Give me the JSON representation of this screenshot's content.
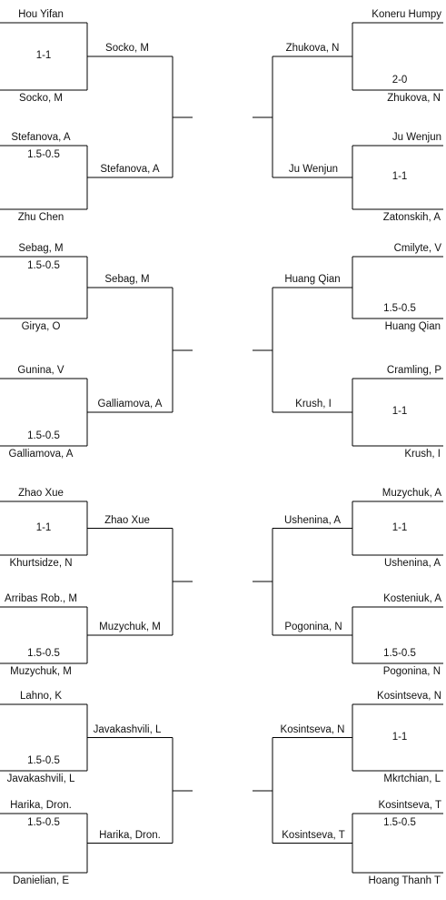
{
  "left": [
    {
      "top": "Hou Yifan",
      "score": "1-1",
      "bottom": "Socko, M"
    },
    {
      "top": "Stefanova, A",
      "score": "1.5-0.5",
      "bottom": "Zhu Chen"
    },
    {
      "top": "Sebag, M",
      "score": "1.5-0.5",
      "bottom": "Girya, O"
    },
    {
      "top": "Gunina, V",
      "score": "1.5-0.5",
      "bottom": "Galliamova, A"
    },
    {
      "top": "Zhao Xue",
      "score": "1-1",
      "bottom": "Khurtsidze, N"
    },
    {
      "top": "Arribas Rob., M",
      "score": "1.5-0.5",
      "bottom": "Muzychuk, M"
    },
    {
      "top": "Lahno, K",
      "score": "1.5-0.5",
      "bottom": "Javakashvili, L"
    },
    {
      "top": "Harika, Dron.",
      "score": "1.5-0.5",
      "bottom": "Danielian, E"
    }
  ],
  "left_winners": [
    "Socko, M",
    "Stefanova, A",
    "Sebag, M",
    "Galliamova, A",
    "Zhao Xue",
    "Muzychuk, M",
    "Javakashvili, L",
    "Harika, Dron."
  ],
  "right": [
    {
      "top": "Koneru Humpy",
      "score": "2-0",
      "bottom": "Zhukova, N"
    },
    {
      "top": "Ju Wenjun",
      "score": "1-1",
      "bottom": "Zatonskih, A"
    },
    {
      "top": "Cmilyte, V",
      "score": "1.5-0.5",
      "bottom": "Huang Qian"
    },
    {
      "top": "Cramling, P",
      "score": "1-1",
      "bottom": "Krush, I"
    },
    {
      "top": "Muzychuk, A",
      "score": "1-1",
      "bottom": "Ushenina, A"
    },
    {
      "top": "Kosteniuk, A",
      "score": "1.5-0.5",
      "bottom": "Pogonina, N"
    },
    {
      "top": "Kosintseva, N",
      "score": "1-1",
      "bottom": "Mkrtchian, L"
    },
    {
      "top": "Kosintseva, T",
      "score": "1.5-0.5",
      "bottom": "Hoang Thanh T"
    }
  ],
  "right_winners": [
    "Zhukova, N",
    "Ju Wenjun",
    "Huang Qian",
    "Krush, I",
    "Ushenina, A",
    "Pogonina, N",
    "Kosintseva, N",
    "Kosintseva, T"
  ]
}
